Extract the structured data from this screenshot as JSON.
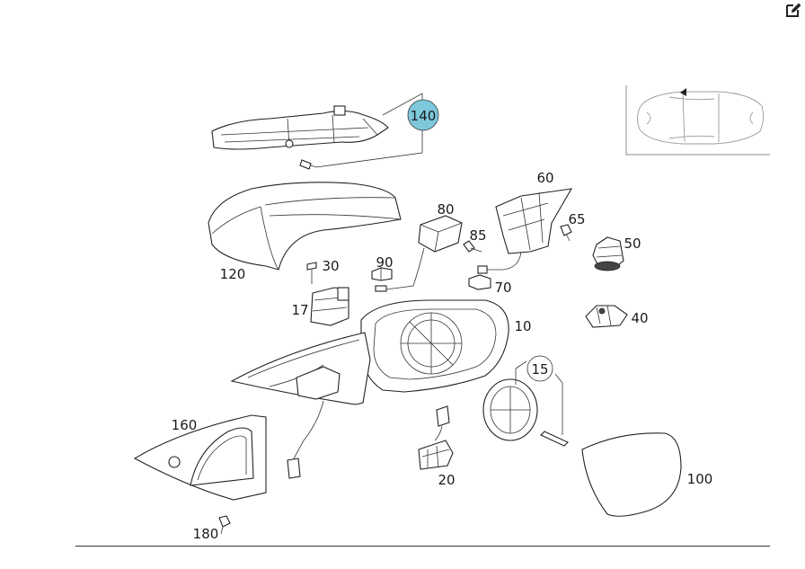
{
  "toolbar": {
    "edit_icon": "edit-icon"
  },
  "callouts": {
    "c140": "140",
    "c120": "120",
    "c80": "80",
    "c85": "85",
    "c60": "60",
    "c65": "65",
    "c50": "50",
    "c30": "30",
    "c90": "90",
    "c70": "70",
    "c17": "17",
    "c40": "40",
    "c10": "10",
    "c15": "15",
    "c160": "160",
    "c20": "20",
    "c100": "100",
    "c180": "180"
  },
  "colors": {
    "highlight": "#7ec8dc",
    "line": "#222222"
  }
}
